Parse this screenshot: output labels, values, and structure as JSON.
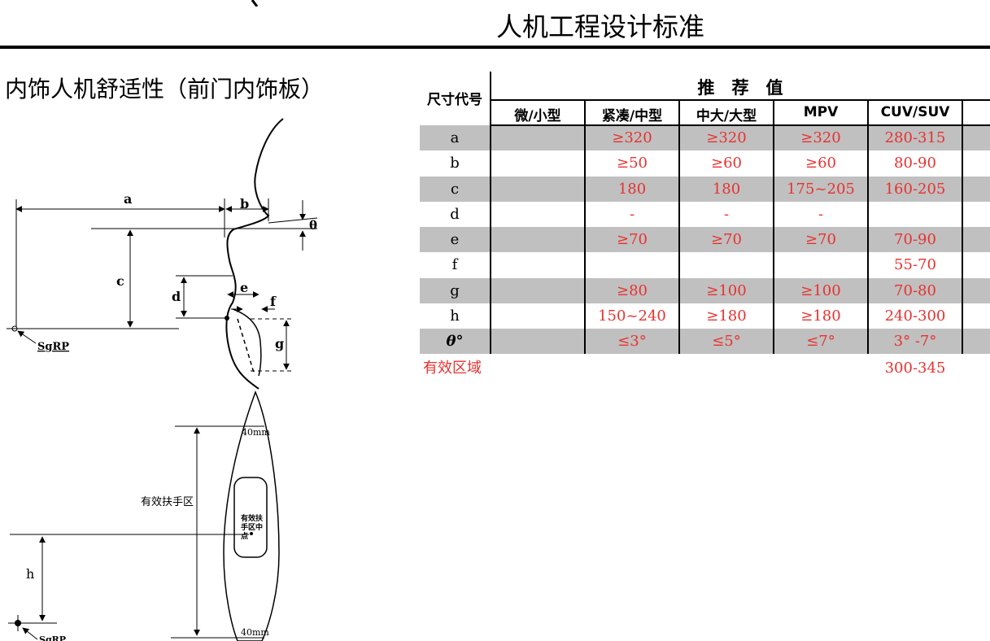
{
  "header": {
    "title": "人机工程设计标准"
  },
  "section": {
    "title": "内饰人机舒适性（前门内饰板）"
  },
  "diagram": {
    "labels": {
      "a": "a",
      "b": "b",
      "c": "c",
      "d": "d",
      "e": "e",
      "f": "f",
      "g": "g",
      "h": "h",
      "theta": "θ",
      "sgrp_top": "SgRP",
      "sgrp_bottom": "SgRP",
      "mm_top": "40mm",
      "mm_bottom": "40mm",
      "armrest_zone": "有效扶手区",
      "armrest_center": [
        "有效扶",
        "手区中",
        "点"
      ]
    }
  },
  "table": {
    "corner_header": "尺寸代号",
    "group_header": "推　荐　值",
    "columns": [
      "微/小型",
      "紧凑/中型",
      "中大/大型",
      "MPV",
      "CUV/SUV"
    ],
    "rows": [
      {
        "code": "a",
        "values": [
          "",
          "≥320",
          "≥320",
          "≥320",
          "280-315"
        ]
      },
      {
        "code": "b",
        "values": [
          "",
          "≥50",
          "≥60",
          "≥60",
          "80-90"
        ]
      },
      {
        "code": "c",
        "values": [
          "",
          "180",
          "180",
          "175~205",
          "160-205"
        ]
      },
      {
        "code": "d",
        "values": [
          "",
          "-",
          "-",
          "-",
          ""
        ]
      },
      {
        "code": "e",
        "values": [
          "",
          "≥70",
          "≥70",
          "≥70",
          "70-90"
        ]
      },
      {
        "code": "f",
        "values": [
          "",
          "",
          "",
          "",
          "55-70"
        ]
      },
      {
        "code": "g",
        "values": [
          "",
          "≥80",
          "≥100",
          "≥100",
          "70-80"
        ]
      },
      {
        "code": "h",
        "values": [
          "",
          "150~240",
          "≥180",
          "≥180",
          "240-300"
        ]
      },
      {
        "code": "θ°",
        "values": [
          "",
          "≤3°",
          "≤5°",
          "≤7°",
          "3° -7°"
        ]
      }
    ],
    "footer": {
      "label": "有效区域",
      "value": "300-345"
    }
  },
  "colors": {
    "red": "#e8322f",
    "band": "#c0c0c0"
  }
}
